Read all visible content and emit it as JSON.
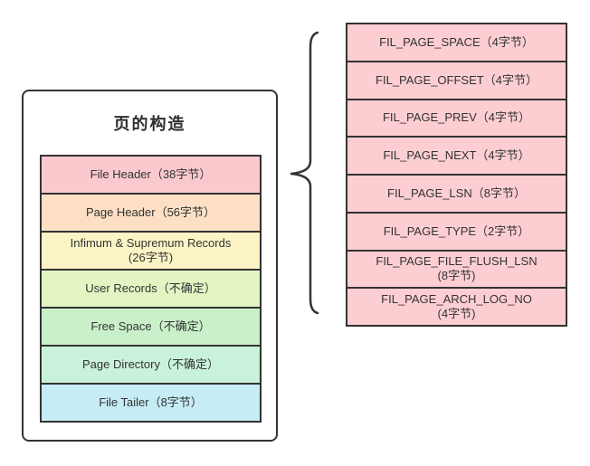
{
  "left_panel": {
    "title": "页的构造",
    "rows": [
      {
        "lines": [
          "File Header（38字节）"
        ],
        "bg": "#fac9ce"
      },
      {
        "lines": [
          "Page Header（56字节）"
        ],
        "bg": "#fcdfc4"
      },
      {
        "lines": [
          "Infimum & Supremum Records",
          "(26字节)"
        ],
        "bg": "#fbf5c6"
      },
      {
        "lines": [
          "User Records（不确定）"
        ],
        "bg": "#e4f5c4"
      },
      {
        "lines": [
          "Free Space（不确定）"
        ],
        "bg": "#c9f0c8"
      },
      {
        "lines": [
          "Page Directory（不确定）"
        ],
        "bg": "#c9f2da"
      },
      {
        "lines": [
          "File Tailer（8字节）"
        ],
        "bg": "#c6ecf6"
      }
    ]
  },
  "right_panel": {
    "rows": [
      {
        "lines": [
          "FIL_PAGE_SPACE（4字节）"
        ],
        "bg": "#fcced2"
      },
      {
        "lines": [
          "FIL_PAGE_OFFSET（4字节）"
        ],
        "bg": "#fcced2"
      },
      {
        "lines": [
          "FIL_PAGE_PREV（4字节）"
        ],
        "bg": "#fcced2"
      },
      {
        "lines": [
          "FIL_PAGE_NEXT（4字节）"
        ],
        "bg": "#fcced2"
      },
      {
        "lines": [
          "FIL_PAGE_LSN（8字节）"
        ],
        "bg": "#fcced2"
      },
      {
        "lines": [
          "FIL_PAGE_TYPE（2字节）"
        ],
        "bg": "#fcced2"
      },
      {
        "lines": [
          "FIL_PAGE_FILE_FLUSH_LSN",
          "(8字节)"
        ],
        "bg": "#fcced2"
      },
      {
        "lines": [
          "FIL_PAGE_ARCH_LOG_NO",
          "(4字节)"
        ],
        "bg": "#fcced2"
      }
    ]
  },
  "colors": {
    "border": "#333333",
    "text": "#333333",
    "background": "#ffffff"
  }
}
